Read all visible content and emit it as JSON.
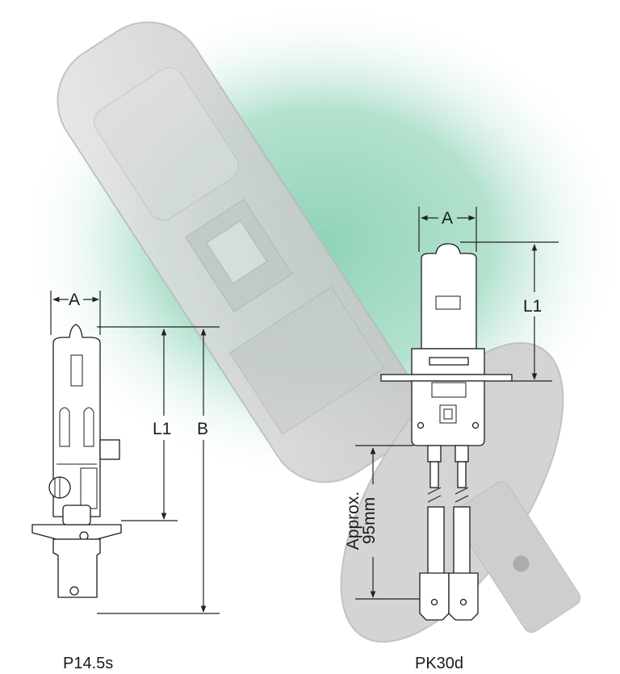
{
  "labels": {
    "p14_width": "A",
    "p14_l1": "L1",
    "p14_b": "B",
    "pk30_width": "A",
    "pk30_l1": "L1",
    "pk30_approx": "Approx.",
    "pk30_length": "95mm"
  },
  "captions": {
    "left": "P14.5s",
    "right": "PK30d"
  },
  "colors": {
    "glow": "#8fd3b8",
    "photo": "#cfcfcf"
  }
}
